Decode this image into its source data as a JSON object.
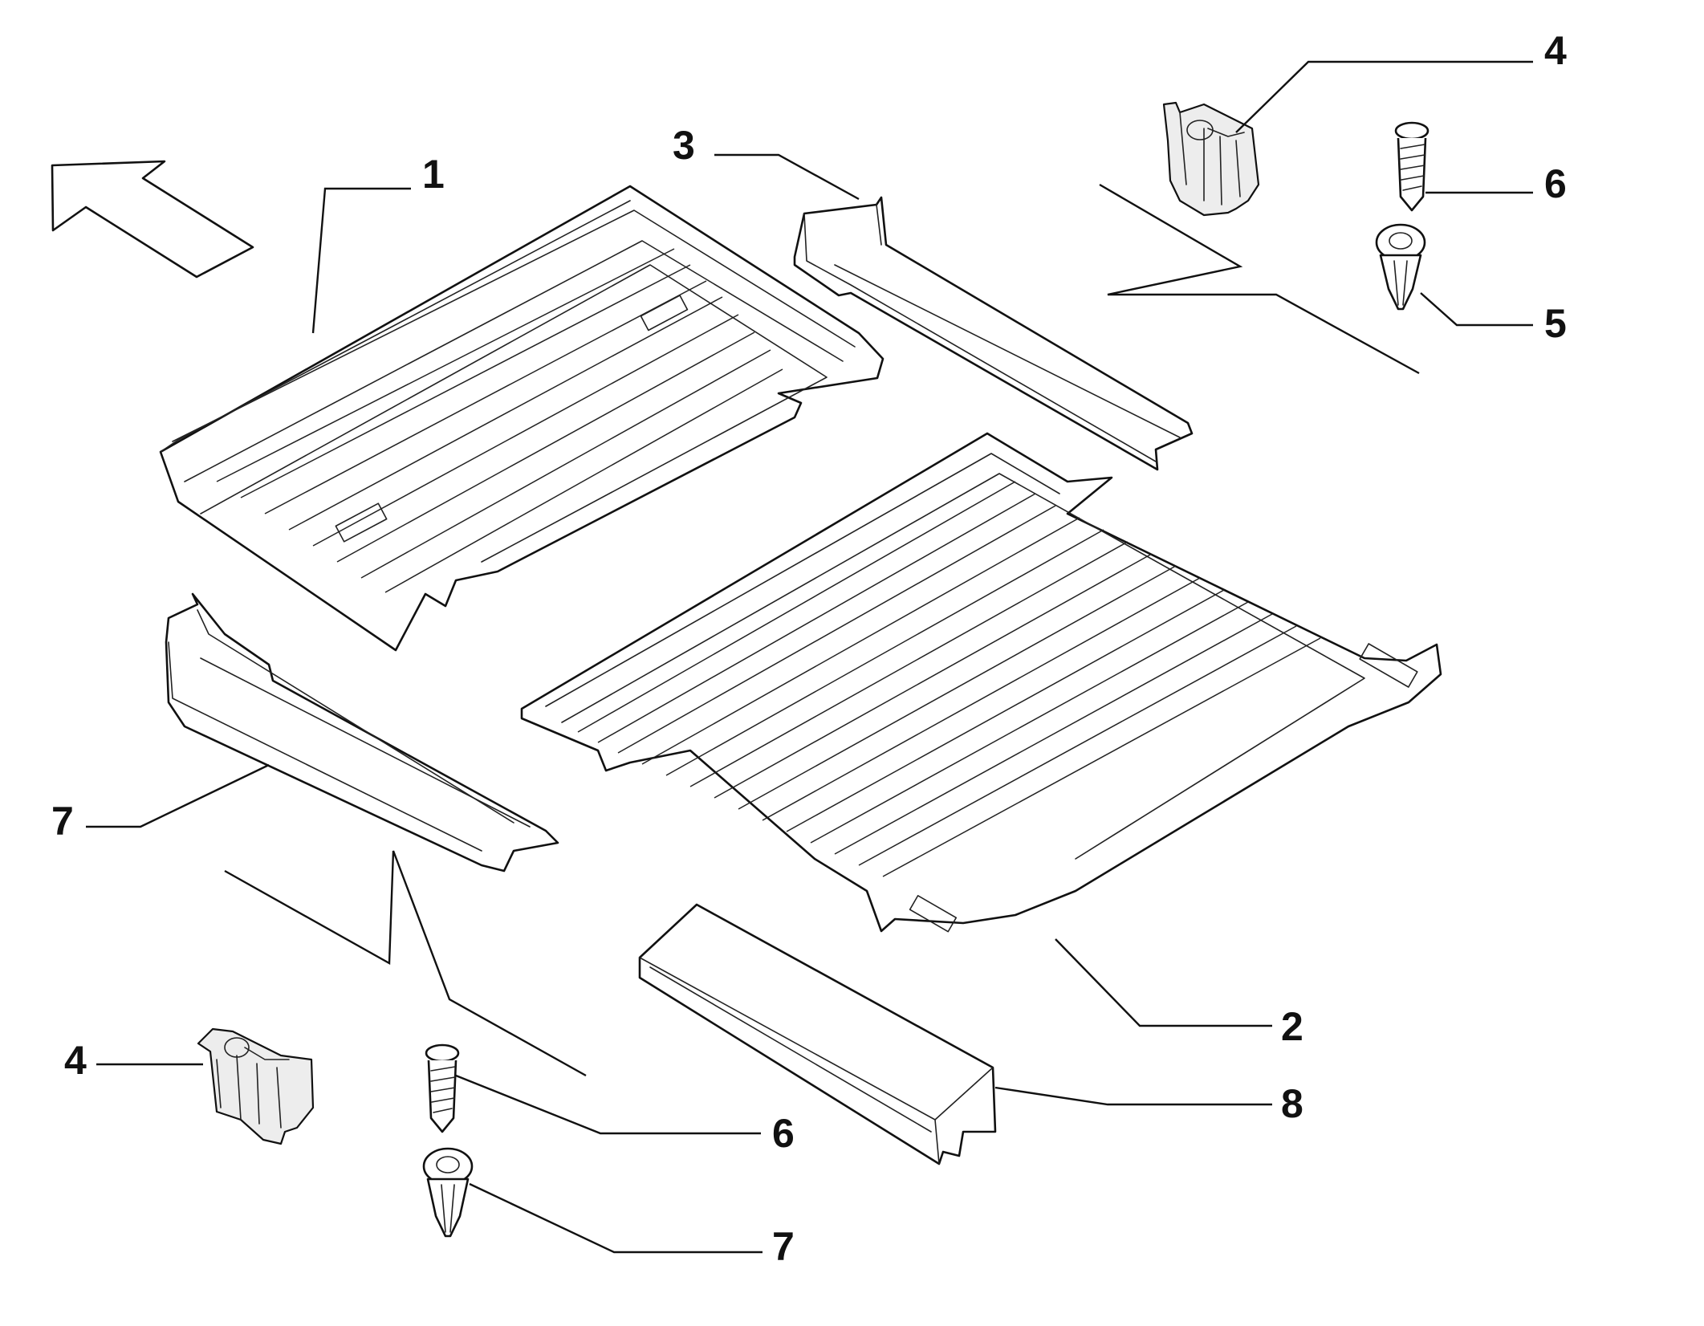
{
  "callouts": {
    "c1": "1",
    "c2": "2",
    "c3": "3",
    "c4_top": "4",
    "c4_bottom": "4",
    "c5": "5",
    "c6_top": "6",
    "c6_bottom": "6",
    "c7_left": "7",
    "c7_bottom": "7",
    "c8": "8"
  },
  "icons": {
    "direction_arrow": "front-direction-arrow-icon"
  }
}
